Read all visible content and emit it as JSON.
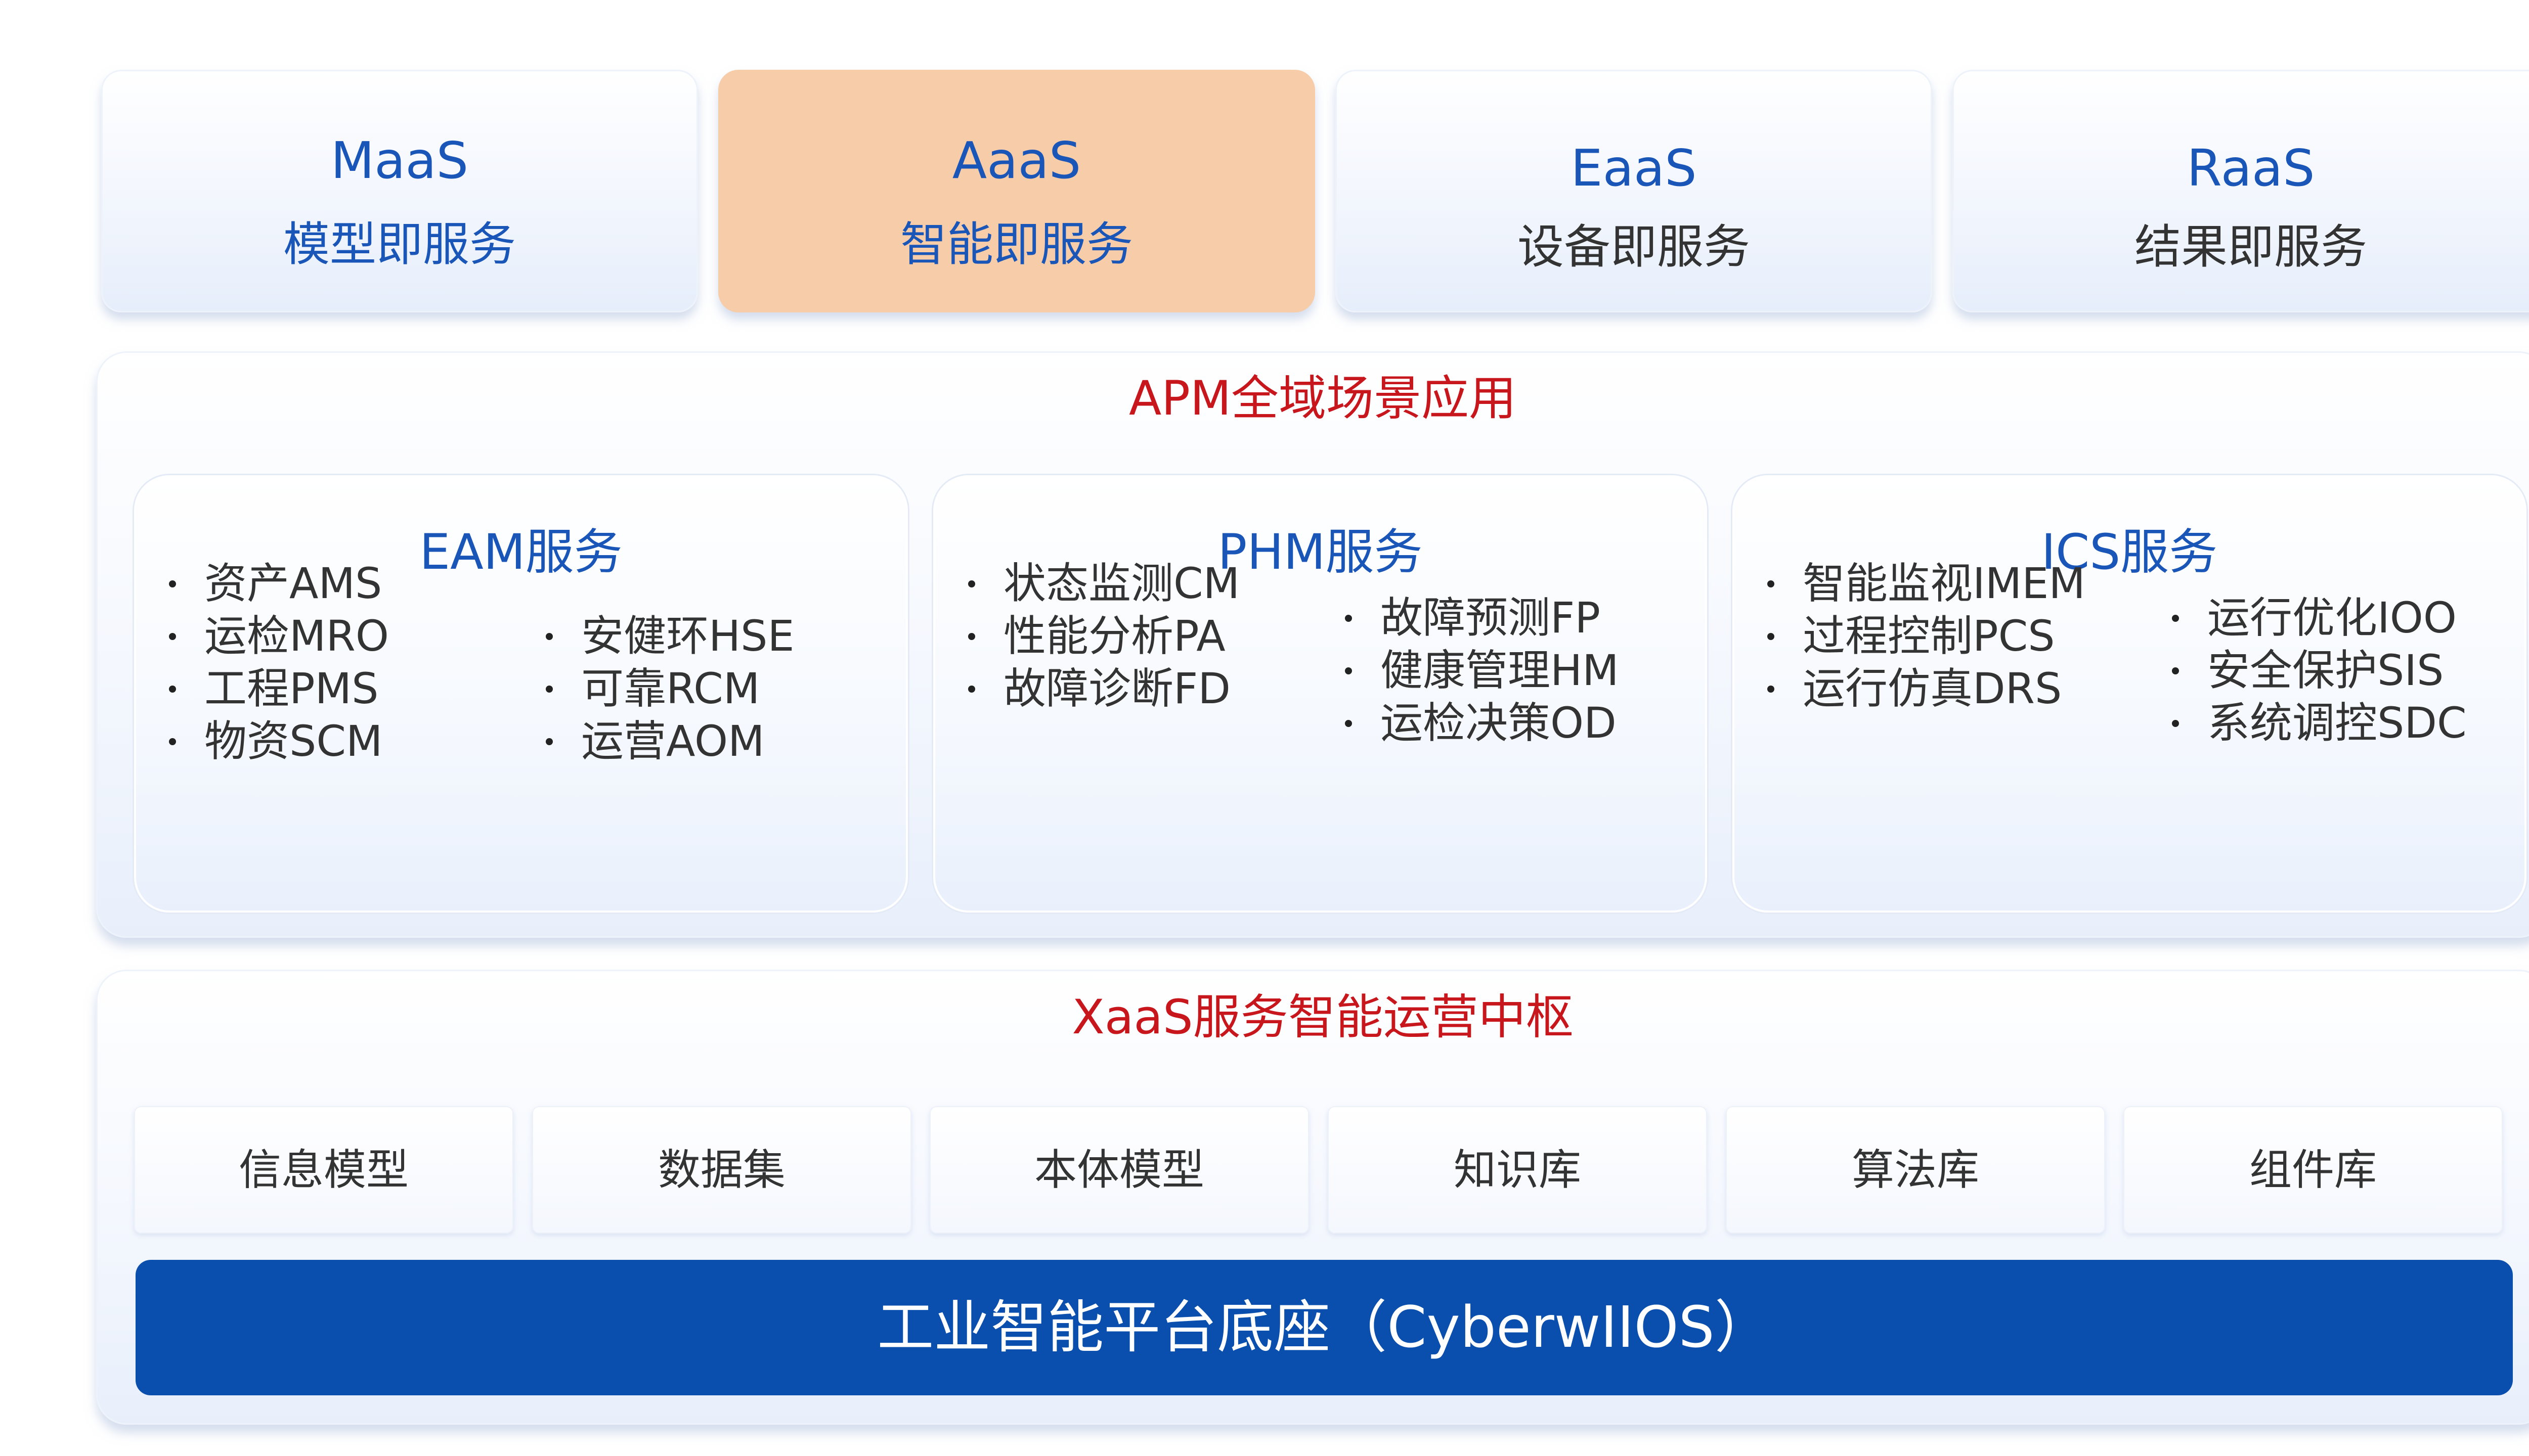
{
  "top_services": [
    {
      "en": "MaaS",
      "cn": "模型即服务"
    },
    {
      "en": "AaaS",
      "cn": "智能即服务"
    },
    {
      "en": "EaaS",
      "cn": "设备即服务"
    },
    {
      "en": "RaaS",
      "cn": "结果即服务"
    }
  ],
  "apm": {
    "title": "APM全域场景应用",
    "eam": {
      "title": "EAM服务",
      "col1": [
        "资产AMS",
        "运检MRO",
        "工程PMS",
        "物资SCM"
      ],
      "col2": [
        "安健环HSE",
        "可靠RCM",
        "运营AOM"
      ]
    },
    "phm": {
      "title": "PHM服务",
      "col1": [
        "状态监测CM",
        "性能分析PA",
        "故障诊断FD"
      ],
      "col2": [
        "故障预测FP",
        "健康管理HM",
        "运检决策OD"
      ]
    },
    "ics": {
      "title": "ICS服务",
      "col1": [
        "智能监视IMEM",
        "过程控制PCS",
        "运行仿真DRS"
      ],
      "col2": [
        "运行优化IOO",
        "安全保护SIS",
        "系统调控SDC"
      ]
    }
  },
  "xaas": {
    "title": "XaaS服务智能运营中枢",
    "libraries": [
      "信息模型",
      "数据集",
      "本体模型",
      "知识库",
      "算法库",
      "组件库"
    ],
    "platform": "工业智能平台底座（CyberwIIOS）"
  },
  "colors": {
    "accent_blue": "#1a55b8",
    "accent_red": "#c8161d",
    "highlight_orange": "#f7cca8",
    "platform_blue": "#0a4fad"
  }
}
